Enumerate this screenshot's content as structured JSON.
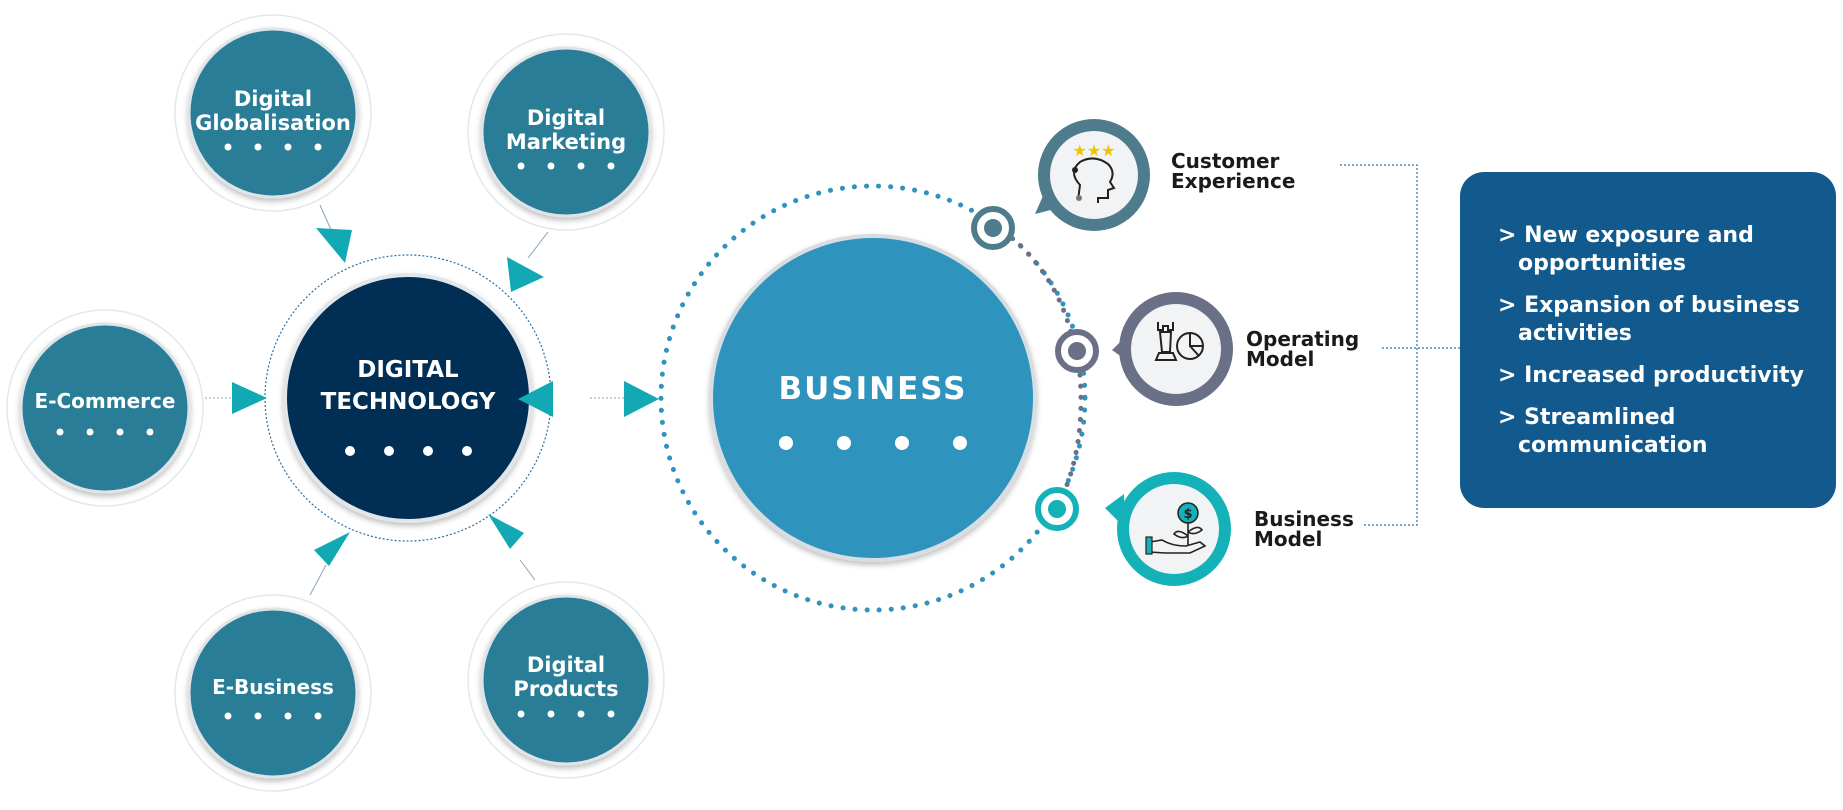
{
  "satellites": {
    "globalisation": {
      "line1": "Digital",
      "line2": "Globalisation"
    },
    "marketing": {
      "line1": "Digital",
      "line2": "Marketing"
    },
    "ecommerce": {
      "label": "E-Commerce"
    },
    "ebusiness": {
      "label": "E-Business"
    },
    "products": {
      "line1": "Digital",
      "line2": "Products"
    }
  },
  "hub": {
    "line1": "DIGITAL",
    "line2": "TECHNOLOGY"
  },
  "business": {
    "label": "BUSINESS"
  },
  "aspects": {
    "customer": {
      "line1": "Customer",
      "line2": "Experience"
    },
    "operating": {
      "line1": "Operating",
      "line2": "Model"
    },
    "model": {
      "line1": "Business",
      "line2": "Model"
    }
  },
  "benefits": {
    "items": [
      "> New exposure and opportunities",
      "> Expansion of business activities",
      "> Increased productivity",
      "> Streamlined communication"
    ]
  },
  "colors": {
    "teal_circle": "#2c7d96",
    "hub_navy": "#062e55",
    "business_blue": "#2f93bd",
    "arrow_teal": "#12a9b4",
    "panel_blue": "#125a8e",
    "operating_gray": "#6a7085",
    "customer_slate": "#4e7c8c"
  },
  "icons": [
    "customer-star-head-icon",
    "chess-rook-chart-icon",
    "hand-money-plant-icon"
  ]
}
